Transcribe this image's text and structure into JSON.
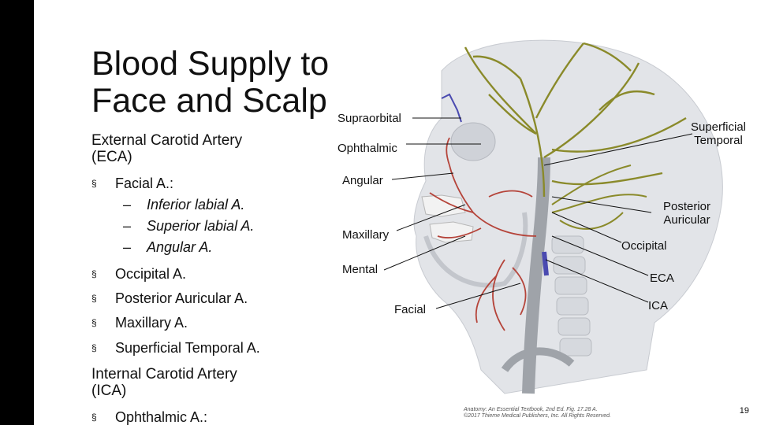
{
  "title": {
    "line1": "Blood Supply to",
    "line2": "Face and Scalp"
  },
  "eca_heading": {
    "line1": "External Carotid Artery",
    "line2": "(ECA)"
  },
  "eca_items": [
    {
      "label": "Facial A.:"
    },
    {
      "label": "Occipital A."
    },
    {
      "label": "Posterior Auricular A."
    },
    {
      "label": "Maxillary A."
    },
    {
      "label": "Superficial Temporal A."
    }
  ],
  "facial_subitems": [
    "Inferior labial A.",
    "Superior labial A.",
    "Angular A."
  ],
  "ica_heading": {
    "line1": "Internal Carotid Artery",
    "line2": "(ICA)"
  },
  "ica_items": [
    {
      "label": "Ophthalmic A.:"
    }
  ],
  "bullet_symbol": "§",
  "sub_bullet_symbol": "–",
  "figure_labels": {
    "supraorbital": "Supraorbital",
    "ophthalmic": "Ophthalmic",
    "angular": "Angular",
    "maxillary": "Maxillary",
    "mental": "Mental",
    "facial": "Facial",
    "superficial_temporal_1": "Superficial",
    "superficial_temporal_2": "Temporal",
    "posterior_auricular_1": "Posterior",
    "posterior_auricular_2": "Auricular",
    "occipital": "Occipital",
    "eca": "ECA",
    "ica": "ICA"
  },
  "figure_credit": {
    "line1": "Anatomy: An Essential Textbook, 2nd Ed. Fig. 17.28 A.",
    "line2": "©2017 Thieme Medical Publishers, Inc. All Rights Reserved."
  },
  "page_number": "19",
  "colors": {
    "background": "#ffffff",
    "side_bar": "#000000",
    "artery_olive": "#8a8a2a",
    "artery_red": "#b5443a",
    "vein_blue": "#4a4ab0",
    "bone": "#e2e4e8"
  }
}
